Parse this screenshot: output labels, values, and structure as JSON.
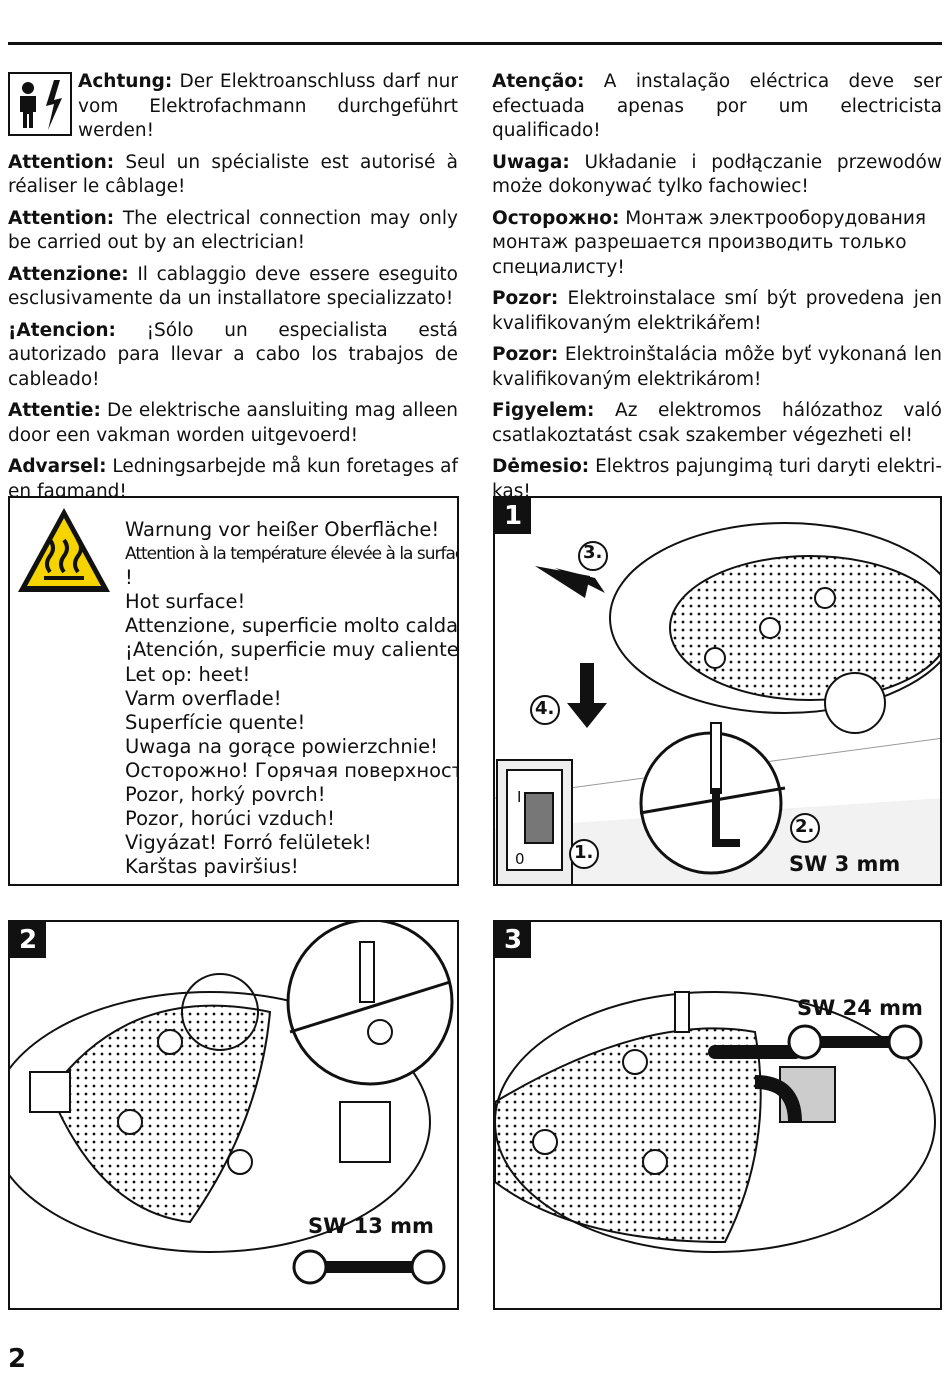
{
  "left_warnings": [
    {
      "label": "Achtung:",
      "text": " Der Elektroanschluss darf nur vom Elektrofachmann durchgeführt werden!"
    },
    {
      "label": "Attention:",
      "text": " Seul un spécialiste est autorisé à réaliser le câblage!"
    },
    {
      "label": "Attention:",
      "text": " The electrical connection may only be carried out by an electrician!"
    },
    {
      "label": "Attenzione:",
      "text": " Il cablaggio deve essere eseguito esclusivamente da un installatore specializzato!"
    },
    {
      "label": "¡Atencion:",
      "text": " ¡Sólo un especialista está autorizado para llevar a cabo los trabajos de cableado!"
    },
    {
      "label": "Attentie:",
      "text": " De elektrische aansluiting mag alleen door een vakman worden uitgevoerd!"
    },
    {
      "label": "Advarsel:",
      "text": " Ledningsarbejde må kun foretages af en fagmand!"
    }
  ],
  "right_warnings": [
    {
      "label": "Atenção:",
      "text": " A instalação eléctrica deve ser efectuada apenas por um electricista qualificado!"
    },
    {
      "label": "Uwaga:",
      "text": " Układanie i podłączanie przewodów może dokonywać tylko fachowiec!"
    },
    {
      "label": "Осторожно:",
      "text": " Монтаж электрооборудования монтаж разрешается производить только специалисту!"
    },
    {
      "label": "Pozor:",
      "text": " Elektroinstalace smí být provedena jen kvalifikovaným elektrikářem!"
    },
    {
      "label": "Pozor:",
      "text": " Elektroinštalácia môže byť vykonaná len kvalifikovaným elektrikárom!"
    },
    {
      "label": "Figyelem:",
      "text": " Az elektromos hálózathoz való csatlakoztatást csak szakember végezheti el!"
    },
    {
      "label": "Dėmesio:",
      "text": " Elektros pajungimą turi daryti elektri-kas!"
    }
  ],
  "hot_surface_warnings": [
    "Warnung vor heißer Oberfläche!",
    "Attention à la température élevée à la surface",
    "!",
    "Hot surface!",
    "Attenzione, superficie molto calda!",
    "¡Atención, superficie muy caliente!",
    "Let op: heet!",
    "Varm overflade!",
    "Superfície quente!",
    "Uwaga na gorące powierzchnie!",
    "Осторожно! Горячая поверхность!",
    "Pozor, horký povrch!",
    "Pozor, horúci vzduch!",
    "Vigyázat! Forró felületek!",
    "Karštas paviršius!"
  ],
  "steps": {
    "step1": {
      "number": "1",
      "callouts": [
        "1.",
        "2.",
        "3.",
        "4."
      ],
      "switch_on": "I",
      "switch_off": "0",
      "tool": "SW 3 mm"
    },
    "step2": {
      "number": "2",
      "tool": "SW 13 mm"
    },
    "step3": {
      "number": "3",
      "tool": "SW 24 mm"
    }
  },
  "page_number": "2",
  "icons": [
    "electrician-warning-icon",
    "hot-surface-warning-icon",
    "wrench-icon",
    "allen-key-icon"
  ],
  "colors": {
    "warning_yellow": "#f5d400",
    "ink": "#111111"
  }
}
